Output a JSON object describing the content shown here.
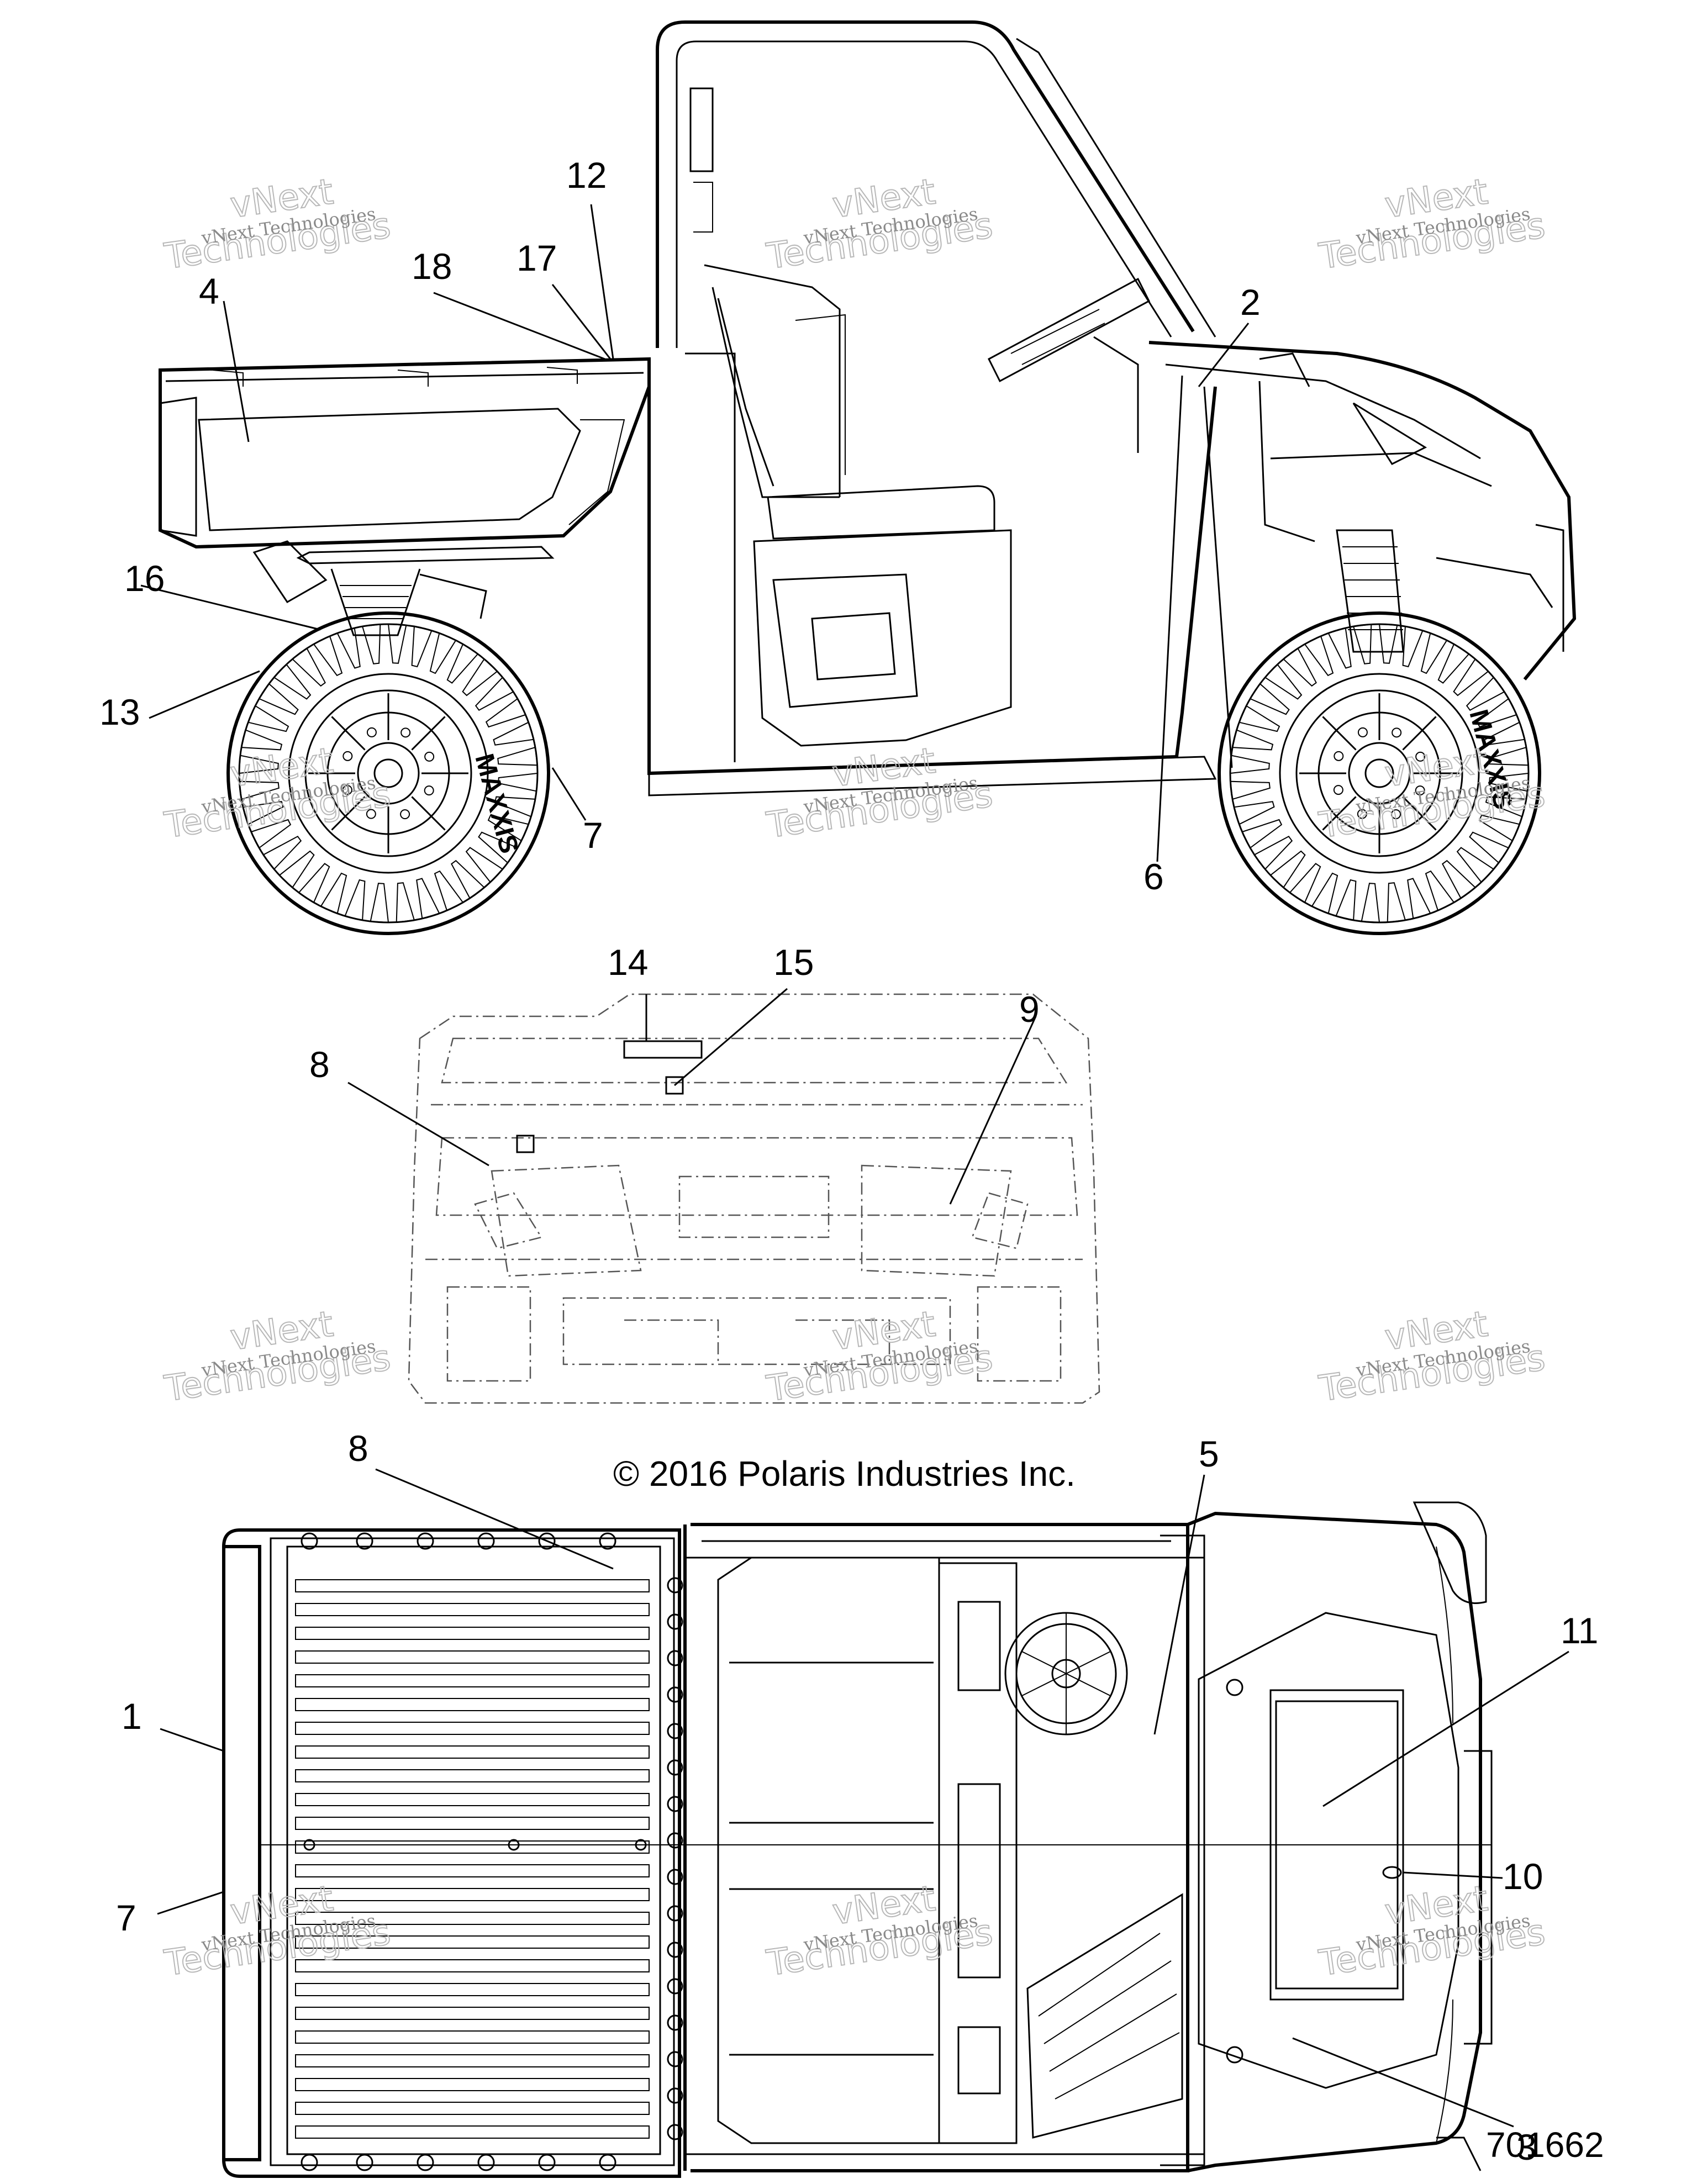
{
  "diagram": {
    "copyright": "© 2016 Polaris Industries Inc.",
    "figure_number": "701662",
    "watermark": {
      "line1": "vNext",
      "line2": "Technologies",
      "small": "vNext Technologies"
    },
    "views": [
      {
        "name": "side-view"
      },
      {
        "name": "front-view"
      },
      {
        "name": "top-view"
      }
    ],
    "callouts": {
      "c1": "1",
      "c2": "2",
      "c3": "3",
      "c4": "4",
      "c5": "5",
      "c6": "6",
      "c7a": "7",
      "c7b": "7",
      "c8a": "8",
      "c8b": "8",
      "c9": "9",
      "c10": "10",
      "c11": "11",
      "c12": "12",
      "c13": "13",
      "c14": "14",
      "c15": "15",
      "c16": "16",
      "c17": "17",
      "c18": "18"
    },
    "tire_brand": "MAXXIS"
  }
}
